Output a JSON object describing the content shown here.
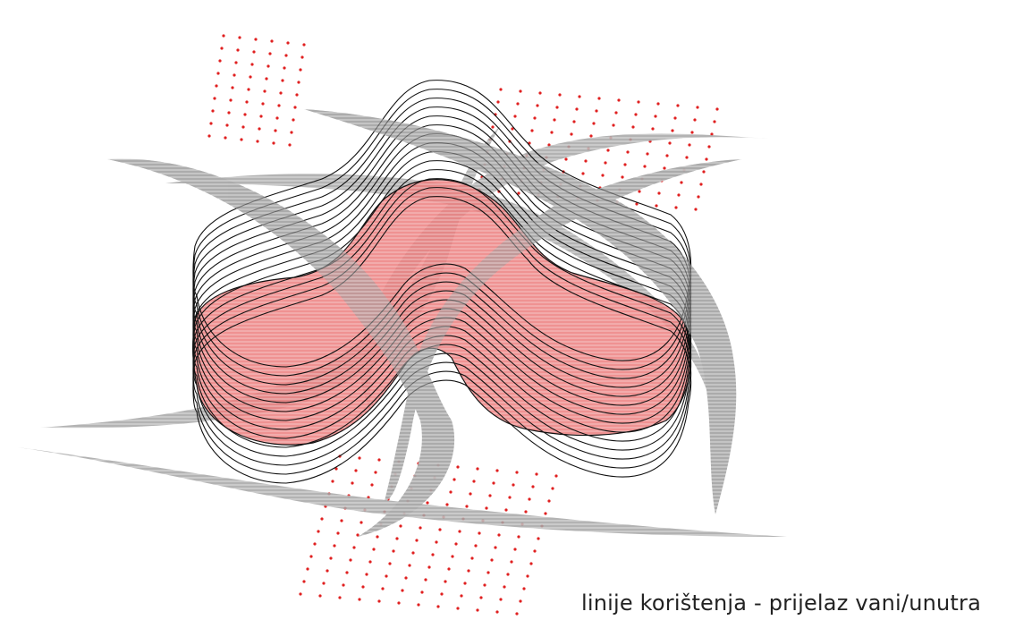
{
  "caption": "linije korištenja - prijelaz vani/unutra",
  "colors": {
    "ribbon": "#a6a6a6",
    "contour_line": "#111111",
    "red_fill": "#ec7f7f",
    "red_dot": "#e02020",
    "background": "#ffffff"
  },
  "icons": [
    "grey-ribbon-shapes",
    "black-contour-lines",
    "red-blob",
    "red-dot-grid"
  ]
}
